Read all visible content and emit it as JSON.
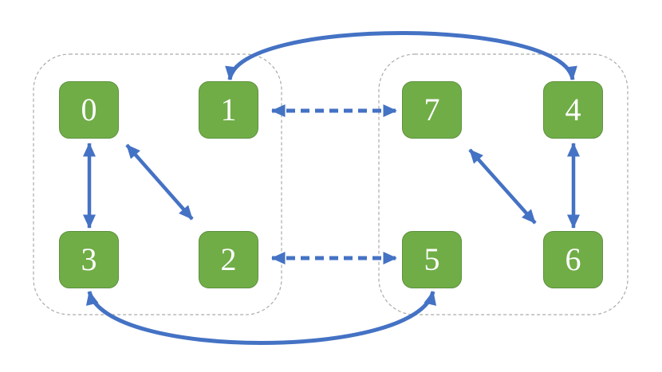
{
  "diagram": {
    "description": "Eight numbered nodes in two dashed group boxes connected by bidirectional arrows",
    "nodes": [
      {
        "id": "0",
        "label": "0",
        "group": "left",
        "row": "top"
      },
      {
        "id": "1",
        "label": "1",
        "group": "left",
        "row": "top"
      },
      {
        "id": "2",
        "label": "2",
        "group": "left",
        "row": "bottom"
      },
      {
        "id": "3",
        "label": "3",
        "group": "left",
        "row": "bottom"
      },
      {
        "id": "4",
        "label": "4",
        "group": "right",
        "row": "top"
      },
      {
        "id": "5",
        "label": "5",
        "group": "right",
        "row": "bottom"
      },
      {
        "id": "6",
        "label": "6",
        "group": "right",
        "row": "bottom"
      },
      {
        "id": "7",
        "label": "7",
        "group": "right",
        "row": "top"
      }
    ],
    "groups": [
      {
        "id": "left",
        "node_ids": [
          "0",
          "1",
          "3",
          "2"
        ]
      },
      {
        "id": "right",
        "node_ids": [
          "7",
          "4",
          "5",
          "6"
        ]
      }
    ],
    "edges": [
      {
        "from": "0",
        "to": "3",
        "bidirectional": true,
        "line": "solid",
        "route": "straight-vertical"
      },
      {
        "from": "0",
        "to": "2",
        "bidirectional": true,
        "line": "solid",
        "route": "straight-diagonal"
      },
      {
        "from": "1",
        "to": "7",
        "bidirectional": true,
        "line": "dashed",
        "route": "straight-horizontal"
      },
      {
        "from": "2",
        "to": "5",
        "bidirectional": true,
        "line": "dashed",
        "route": "straight-horizontal"
      },
      {
        "from": "7",
        "to": "6",
        "bidirectional": true,
        "line": "solid",
        "route": "straight-diagonal"
      },
      {
        "from": "4",
        "to": "6",
        "bidirectional": true,
        "line": "solid",
        "route": "straight-vertical"
      },
      {
        "from": "1",
        "to": "4",
        "bidirectional": true,
        "line": "solid",
        "route": "arc-over-top"
      },
      {
        "from": "3",
        "to": "5",
        "bidirectional": true,
        "line": "solid",
        "route": "arc-under-bottom"
      }
    ],
    "colors": {
      "node_fill": "#70ad47",
      "node_border": "#5e9140",
      "node_label": "#ffffff",
      "arrow": "#4472c4",
      "group_border": "#ababab",
      "background": "#ffffff"
    }
  }
}
